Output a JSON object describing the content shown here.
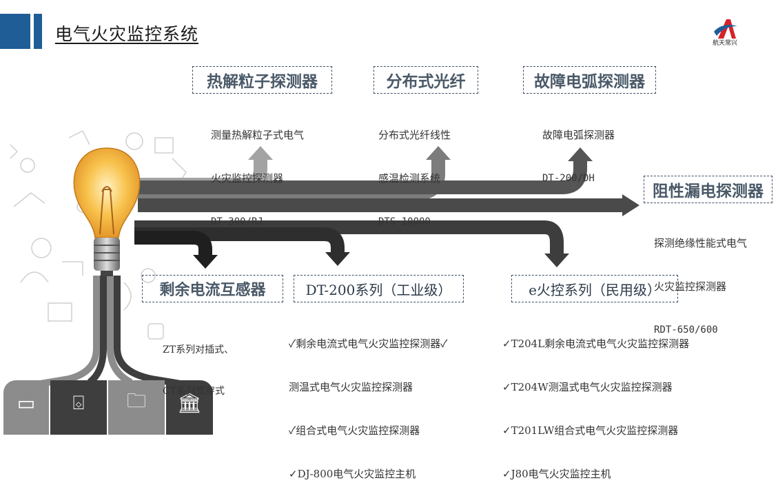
{
  "title": "电气火灾监控系统",
  "logo": {
    "text": "航天常兴",
    "icon": "red-blue-A-logo"
  },
  "colors": {
    "accent_blue": "#1f5d97",
    "box_border": "#3b4e66",
    "box_text": "#4a5968",
    "arrow_light": "#9a9a9a",
    "arrow_mid": "#727272",
    "arrow_dark": "#4f4f4f",
    "arrow_darkest": "#2f2f2f",
    "bulb": "#f6b73c"
  },
  "top_items": [
    {
      "title": "热解粒子探测器",
      "lines": [
        "测量热解粒子式电气",
        "火灾监控探测器",
        "DT-300/RJ"
      ]
    },
    {
      "title": "分布式光纤",
      "lines": [
        "分布式光纤线性",
        "感温检测系统",
        "DTS-10000"
      ]
    },
    {
      "title": "故障电弧探测器",
      "lines": [
        "故障电弧探测器",
        "DT-200/DH"
      ]
    }
  ],
  "right_item": {
    "title": "阻性漏电探测器",
    "lines": [
      "探测绝缘性能式电气",
      "火灾监控探测器",
      "RDT-650/600"
    ]
  },
  "bottom_items": [
    {
      "title": "剩余电流互感器",
      "lines": [
        "ZT系列对插式、",
        "CT系列贯穿式"
      ]
    },
    {
      "title": "DT-200系列（工业级）",
      "lines": [
        "✓剩余电流式电气火灾监控探测器✓",
        "测温式电气火灾监控探测器",
        "✓组合式电气火灾监控探测器",
        "✓DJ-800电气火灾监控主机"
      ]
    },
    {
      "title": "e火控系列（民用级）",
      "lines": [
        "✓T204L剩余电流式电气火灾监控探测器",
        "✓T204W测温式电气火灾监控探测器",
        "✓T201LW组合式电气火灾监控探测器",
        "✓J80电气火灾监控主机"
      ]
    }
  ],
  "bottom_icons": [
    "wallet-icon",
    "basket-icon",
    "folder-icon",
    "bank-icon"
  ]
}
